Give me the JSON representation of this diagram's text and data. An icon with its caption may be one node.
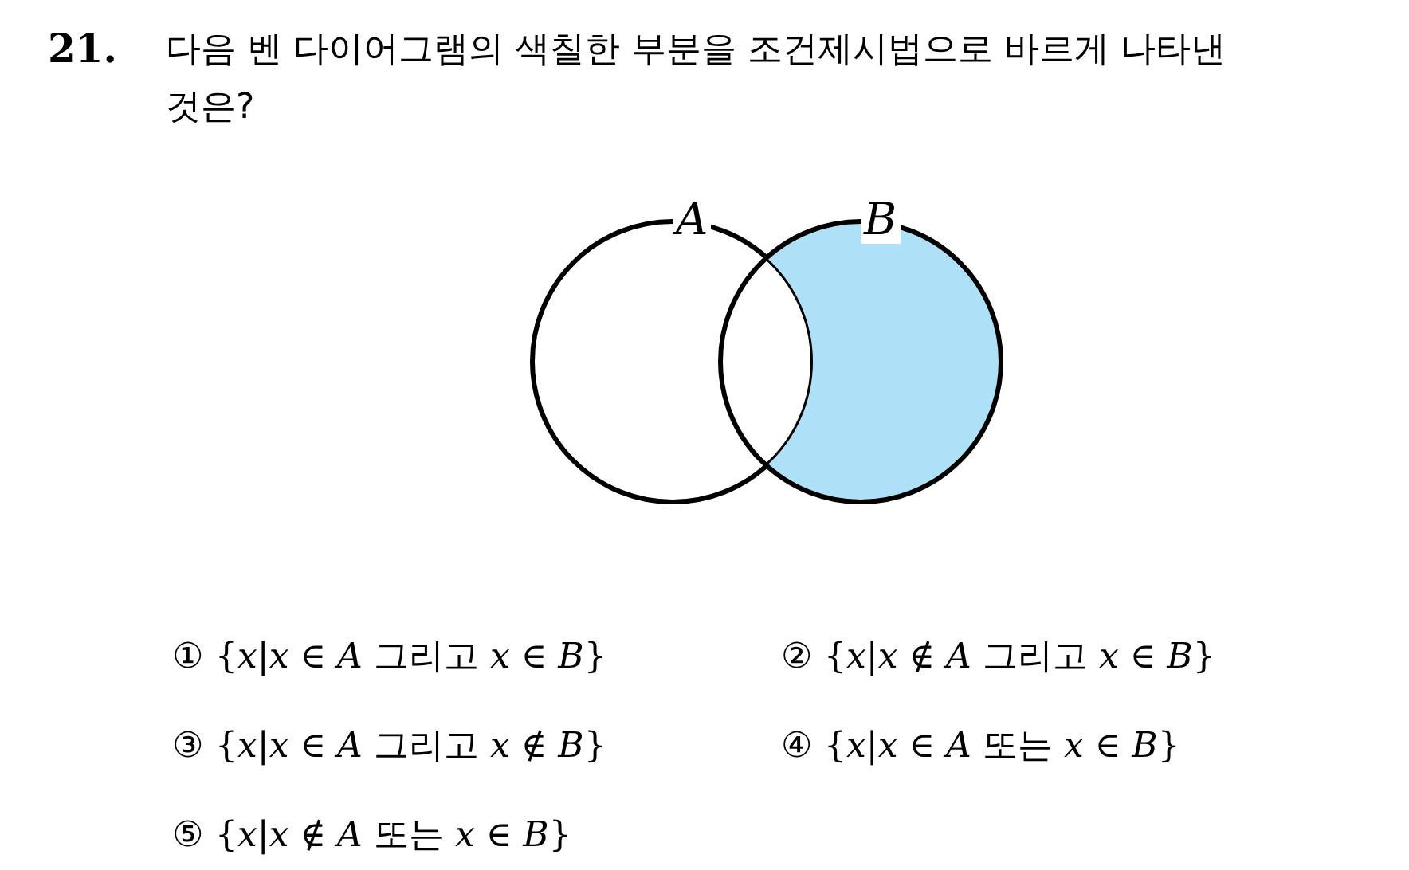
{
  "diagram": {
    "nodes": [
      {
        "text": [
          "*A*"
        ]
      },
      {
        "text": [
          "*B*"
        ]
      }
    ],
    "labels": [
      "21.",
      "다음 벤 다이어그램의 색칠한 부분을 조건제시법으로 바르게 나타낸 것은?",
      "① {*x*|*x* ∈ *A* 그리고 *x* ∈ *B*}",
      "② {*x*|*x* ∉ *A* 그리고 *x* ∈ *B*}",
      "③ {*x*|*x* ∈ *A* 그리고 *x* ∉ *B*}",
      "④ {*x*|*x* ∈ *A* 또는 *x* ∈ *B*}",
      "⑤ {*x*|*x* ∉ *A* 또는 *x* ∈ *B*}"
    ]
  }
}
